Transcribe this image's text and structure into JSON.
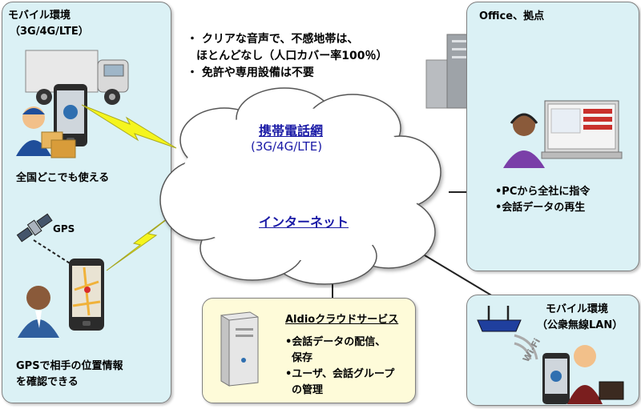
{
  "colors": {
    "panel_blue": "#dbf1f5",
    "panel_yellow": "#fefbd9",
    "cloud_text": "#1a1aa6",
    "bolt": "#f5f51e"
  },
  "left_panel": {
    "title_line1": "モバイル環境",
    "title_line2": "（3G/4G/LTE）",
    "caption1": "全国どこでも使える",
    "gps_label": "GPS",
    "caption2_line1": "GPSで相手の位置情報",
    "caption2_line2": "を確認できる"
  },
  "features": {
    "line1": "・ クリアな音声で、不感地帯は、",
    "line2": "ほとんどなし（人口カバー率100％）",
    "line3": "・ 免許や専用設備は不要"
  },
  "cloud": {
    "network_line1": "携帯電話網",
    "network_line2": "(3G/4G/LTE)",
    "internet": "インターネット"
  },
  "office_panel": {
    "title": "Office、拠点",
    "item1": "•PCから全社に指令",
    "item2": "•会話データの再生"
  },
  "cloud_service_panel": {
    "title": "Aldioクラウドサービス",
    "item1": "•会話データの配信、",
    "item1_cont": "保存",
    "item2": "•ユーザ、会話グループ",
    "item2_cont": "の管理"
  },
  "wifi_panel": {
    "title_line1": "モバイル環境",
    "title_line2": "（公衆無線LAN）",
    "wifi_label": "Wi-Fi"
  }
}
